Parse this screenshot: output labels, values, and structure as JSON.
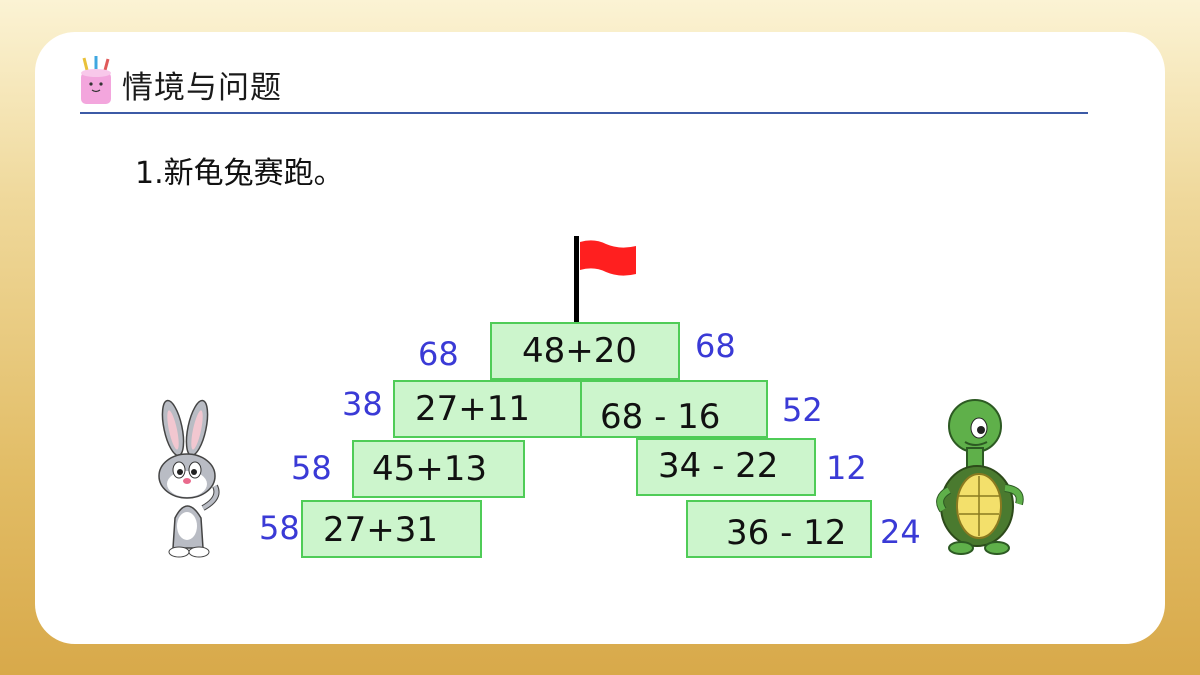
{
  "header": {
    "title": "情境与问题",
    "icon": "pencil-cup-icon"
  },
  "problem": {
    "title": "1.新龟兔赛跑。"
  },
  "pyramid": {
    "top": {
      "expression": "48+20",
      "left_answer": "68",
      "right_answer": "68"
    },
    "left_steps": [
      {
        "expression": "27+11",
        "answer": "38"
      },
      {
        "expression": "45+13",
        "answer": "58"
      },
      {
        "expression": "27+31",
        "answer": "58"
      }
    ],
    "right_steps": [
      {
        "expression": "68 - 16",
        "answer": "52"
      },
      {
        "expression": "34 - 22",
        "answer": "12"
      },
      {
        "expression": "36 - 12",
        "answer": "24"
      }
    ]
  },
  "characters": {
    "left": "rabbit",
    "right": "turtle"
  },
  "colors": {
    "box_fill": "#ccf5cc",
    "box_border": "#4fcc57",
    "answer_text": "#3a3ad6",
    "flag": "#ff1f1f",
    "rule": "#3c5aa6"
  }
}
